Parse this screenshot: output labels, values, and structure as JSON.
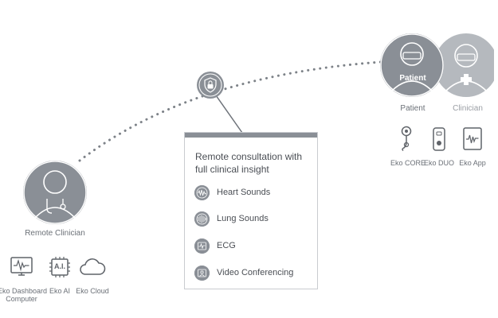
{
  "patient_group": {
    "patient_badge": "Patient",
    "patient_label": "Patient",
    "clinician_label": "Clinician"
  },
  "patient_devices": [
    {
      "icon": "stethoscope-icon",
      "label": "Eko CORE"
    },
    {
      "icon": "duo-device-icon",
      "label": "Eko DUO"
    },
    {
      "icon": "app-waveform-icon",
      "label": "Eko App"
    }
  ],
  "remote": {
    "label": "Remote Clinician"
  },
  "remote_tools": [
    {
      "icon": "dashboard-monitor-icon",
      "label_line1": "Eko Dashboard",
      "label_line2": "Computer"
    },
    {
      "icon": "ai-chip-icon",
      "label_line1": "Eko AI",
      "label_line2": ""
    },
    {
      "icon": "cloud-icon",
      "label_line1": "Eko Cloud",
      "label_line2": ""
    }
  ],
  "chip_text": "A.I.",
  "card": {
    "title": "Remote consultation with full clinical insight",
    "features": [
      {
        "icon": "heart-sounds-icon",
        "label": "Heart Sounds"
      },
      {
        "icon": "lung-sounds-icon",
        "label": "Lung Sounds"
      },
      {
        "icon": "ecg-icon",
        "label": "ECG"
      },
      {
        "icon": "video-conferencing-icon",
        "label": "Video Conferencing"
      }
    ]
  },
  "colors": {
    "avatar_fill": "#8a8f96",
    "avatar_light": "#b5b9be",
    "line": "#8a8f96",
    "text": "#4a4e54"
  }
}
